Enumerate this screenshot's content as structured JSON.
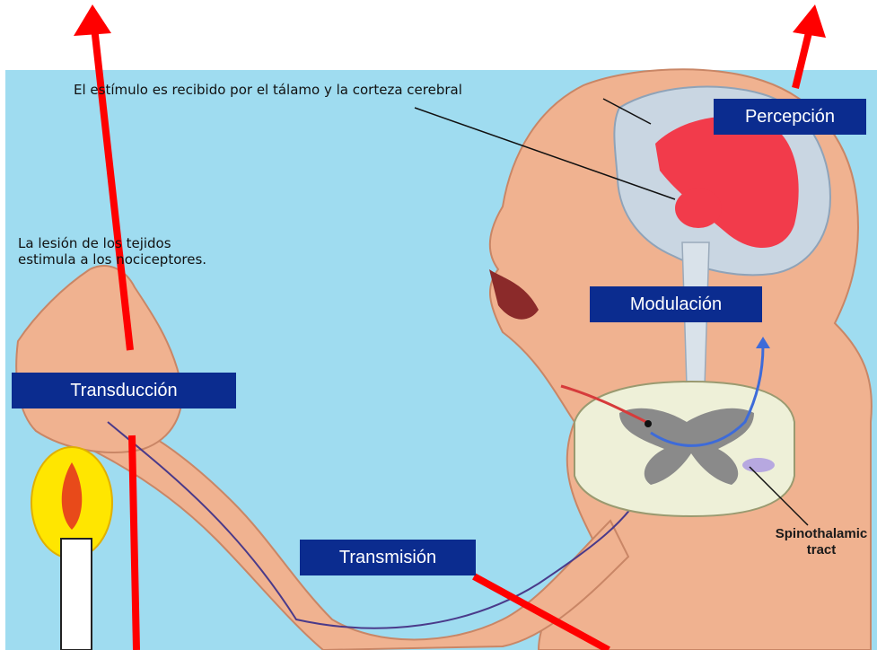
{
  "notes": {
    "thalamus": "El estímulo es recibido por el tálamo y la corteza cerebral",
    "lesion_line1": "La lesión de los tejidos",
    "lesion_line2": "estimula a los nociceptores."
  },
  "stages": {
    "perception": "Percepción",
    "modulation": "Modulación",
    "transduction": "Transducción",
    "transmission": "Transmisión"
  },
  "tract": {
    "line1": "Spinothalamic",
    "line2": "tract"
  },
  "colors": {
    "background": "#9fdcf0",
    "label_box": "#0b2c8f",
    "arrow": "#ff0000",
    "skin": "#f2b48f",
    "brain_highlight": "#f23b4b"
  }
}
